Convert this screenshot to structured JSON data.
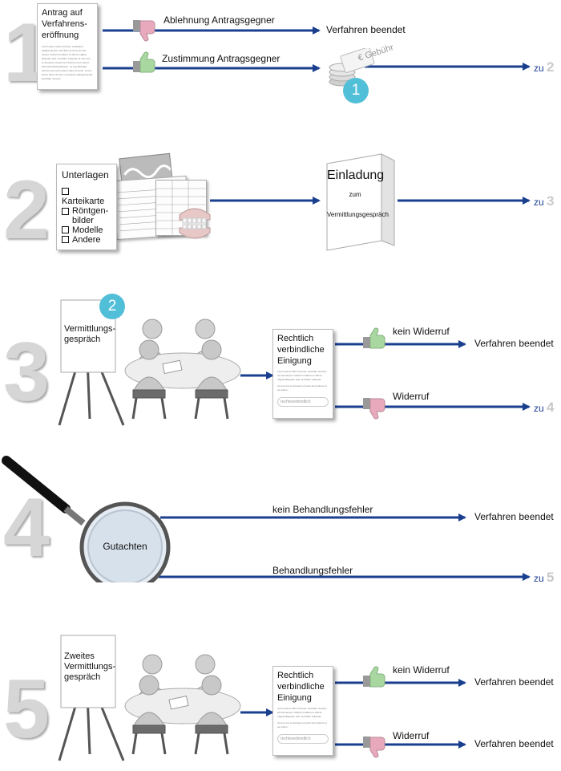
{
  "steps": [
    {
      "number": "1",
      "doc_title": "Antrag auf Verfahrens-eröffnung",
      "doc_filler": "Lorem ipsum dolor sit amet, consetetur sadipscing elitr, sed diam nonumy eirmod tempor invidunt ut labore et dolore magna aliquyam erat, sed diam voluptua. At vero eos et accusam et justo duo dolores et ea rebum. Stet clita kasd gubergren, no sea takimata sanctus est Lorem ipsum dolor sit amet. Lorem ipsum dolor sit amet, consetetur sadipscing elitr, sed diam nonumy.",
      "reject_label": "Ablehnung Antragsgegner",
      "reject_result": "Verfahren beendet",
      "accept_label": "Zustimmung Antragsgegner",
      "fee_label": "Gebühr",
      "fee_currency": "€",
      "fee_badge": "1",
      "next_prefix": "zu",
      "next_step": "2"
    },
    {
      "number": "2",
      "documents_title": "Unterlagen",
      "documents": [
        "Karteikarte",
        "Röntgen-bilder",
        "Modelle",
        "Andere"
      ],
      "invitation_title": "Einladung",
      "invitation_sub": "zum",
      "invitation_bottom": "Vermittlungsgespräch",
      "next_prefix": "zu",
      "next_step": "3"
    },
    {
      "number": "3",
      "board_title": "Vermittlungs-gespräch",
      "board_badge": "2",
      "agreement_title": "Rechtlich verbindliche Einigung",
      "agreement_filler": "Lorem ipsum dolor sit amet, sed diam nonumy eirmod tempor invidunt ut labore et dolore magna aliquyam erat, sed diam voluptua.",
      "agreement_filler2": "At vero eos et accusam et justo duo dolores et ea rebum.",
      "agreement_stamp": "rechtsverbindlich",
      "no_revocation_label": "kein Widerruf",
      "no_revocation_result": "Verfahren beendet",
      "revocation_label": "Widerruf",
      "next_prefix": "zu",
      "next_step": "4"
    },
    {
      "number": "4",
      "lens_label": "Gutachten",
      "no_error_label": "kein Behandlungsfehler",
      "no_error_result": "Verfahren beendet",
      "error_label": "Behandlungsfehler",
      "next_prefix": "zu",
      "next_step": "5"
    },
    {
      "number": "5",
      "board_title": "Zweites Vermittlungs-gespräch",
      "agreement_title": "Rechtlich verbindliche Einigung",
      "agreement_filler": "Lorem ipsum dolor sit amet, sed diam nonumy eirmod tempor invidunt ut labore et dolore magna aliquyam erat, sed diam voluptua.",
      "agreement_filler2": "At vero eos et accusam et justo duo dolores et ea rebum.",
      "agreement_stamp": "rechtsverbindlich",
      "no_revocation_label": "kein Widerruf",
      "no_revocation_result": "Verfahren beendet",
      "revocation_label": "Widerruf",
      "revocation_result": "Verfahren beendet"
    }
  ],
  "colors": {
    "arrow": "#1a3f8f",
    "badge": "#52bfd8",
    "step_number": "#d6d6d6",
    "thumb_up": "#a8d8a0",
    "thumb_down": "#e8a9bd"
  }
}
